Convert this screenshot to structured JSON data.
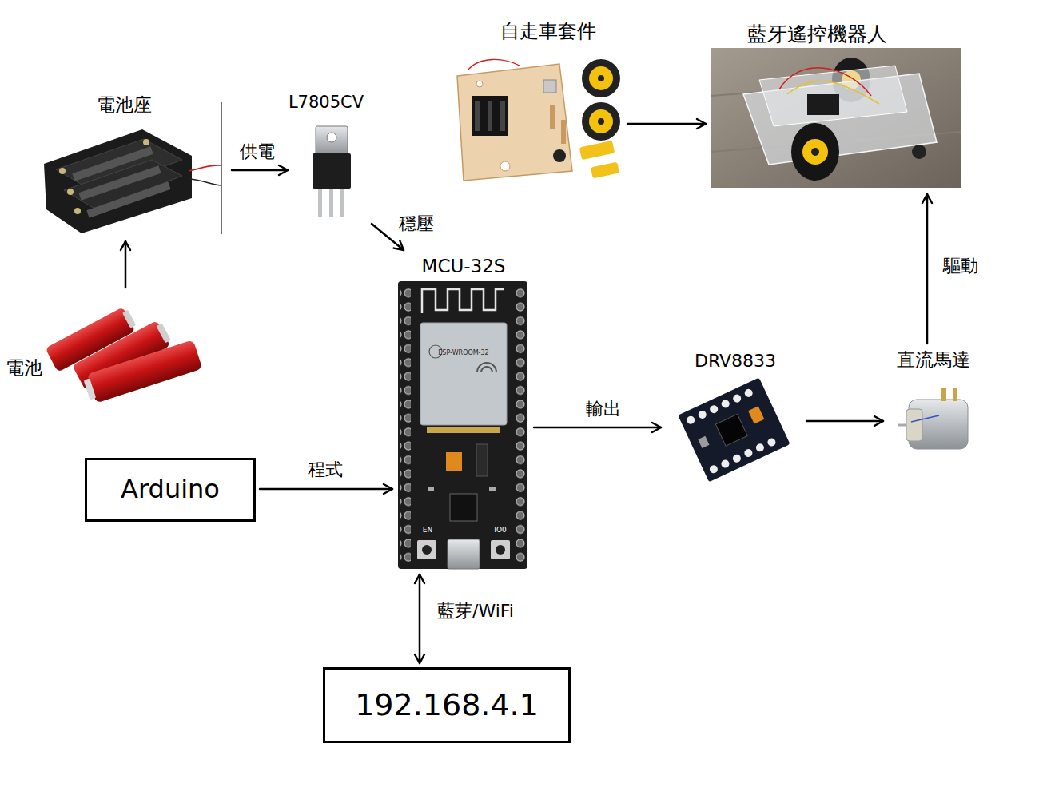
{
  "diagram": {
    "nodes": [
      {
        "text": [
          "自走車套件"
        ]
      },
      {
        "text": [
          "藍牙遙控機器人"
        ]
      },
      {
        "text": [
          "電池座"
        ]
      },
      {
        "text": [
          "L7805CV"
        ]
      },
      {
        "text": [
          "MCU-32S"
        ]
      },
      {
        "text": [
          "電池"
        ]
      },
      {
        "text": [
          "DRV8833"
        ]
      },
      {
        "text": [
          "直流馬達"
        ]
      },
      {
        "text": [
          "Arduino"
        ]
      },
      {
        "text": [
          "192.168.4.1"
        ]
      }
    ],
    "edges": [
      {
        "from": 5,
        "to": 2,
        "arrow": "to"
      },
      {
        "from": 2,
        "to": 3,
        "label": "供電",
        "arrow": "to"
      },
      {
        "from": 3,
        "to": 4,
        "label": "穩壓",
        "arrow": "to"
      },
      {
        "from": 0,
        "to": 1,
        "arrow": "to"
      },
      {
        "from": 8,
        "to": 4,
        "label": "程式",
        "arrow": "to"
      },
      {
        "from": 4,
        "to": 6,
        "label": "輸出",
        "arrow": "to"
      },
      {
        "from": 6,
        "to": 7,
        "arrow": "to"
      },
      {
        "from": 7,
        "to": 1,
        "label": "驅動",
        "arrow": "to"
      },
      {
        "from": 4,
        "to": 9,
        "label": "藍芽/WiFi",
        "arrow": "both"
      }
    ],
    "labels": [
      "ESP-WROOM-32",
      "EN",
      "IO0"
    ]
  }
}
